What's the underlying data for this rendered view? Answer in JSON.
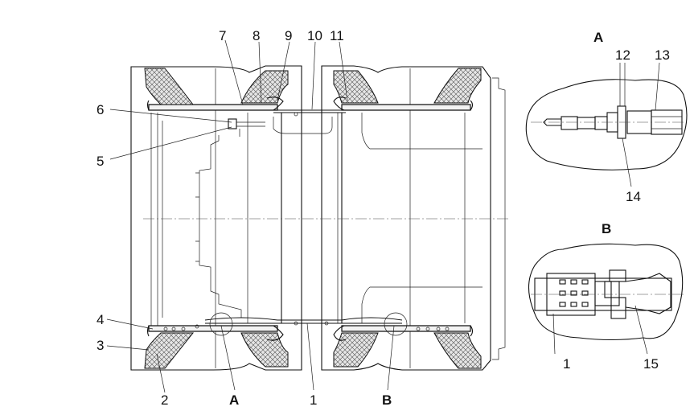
{
  "labels": {
    "l1": "1",
    "l2": "2",
    "l3": "3",
    "l4": "4",
    "l5": "5",
    "l6": "6",
    "l7": "7",
    "l8": "8",
    "l9": "9",
    "l10": "10",
    "l11": "11",
    "l12": "12",
    "l13": "13",
    "l14": "14",
    "l15": "15",
    "l1b": "1"
  },
  "detail": {
    "a_marker": "A",
    "b_marker": "B",
    "a_title": "A",
    "b_title": "B"
  }
}
